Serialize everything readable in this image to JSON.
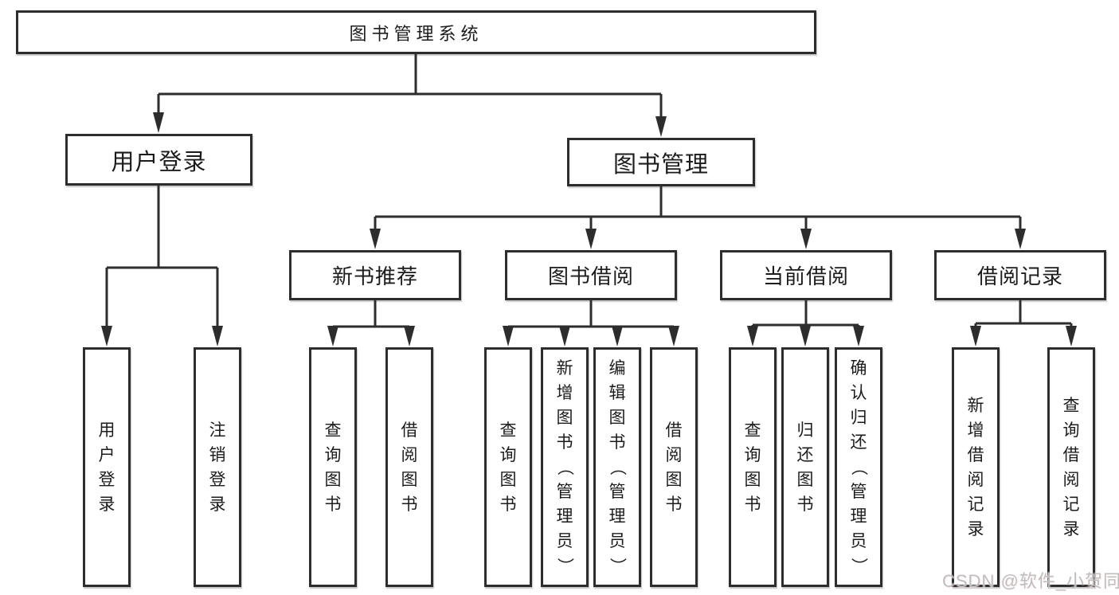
{
  "page": {
    "background": "#ffffff"
  },
  "colors": {
    "line": "#2d2d2d",
    "box_border": "#2d2d2d",
    "text": "#1c1c1c",
    "watermark": "#bdbdbd"
  },
  "tree": {
    "root": {
      "label": "图书管理系统",
      "children": [
        {
          "label": "用户登录",
          "children": [
            {
              "label": "用户登录"
            },
            {
              "label": "注销登录"
            }
          ]
        },
        {
          "label": "图书管理",
          "children": [
            {
              "label": "新书推荐",
              "children": [
                {
                  "label": "查询图书"
                },
                {
                  "label": "借阅图书"
                }
              ]
            },
            {
              "label": "图书借阅",
              "children": [
                {
                  "label": "查询图书"
                },
                {
                  "label": "新增图书（管理员）"
                },
                {
                  "label": "编辑图书（管理员）"
                },
                {
                  "label": "借阅图书"
                }
              ]
            },
            {
              "label": "当前借阅",
              "children": [
                {
                  "label": "查询图书"
                },
                {
                  "label": "归还图书"
                },
                {
                  "label": "确认归还（管理员）"
                }
              ]
            },
            {
              "label": "借阅记录",
              "children": [
                {
                  "label": "新增借阅记录"
                },
                {
                  "label": "查询借阅记录"
                }
              ]
            }
          ]
        }
      ]
    }
  },
  "watermark": {
    "text": "CSDN @软件_小贺同学"
  }
}
